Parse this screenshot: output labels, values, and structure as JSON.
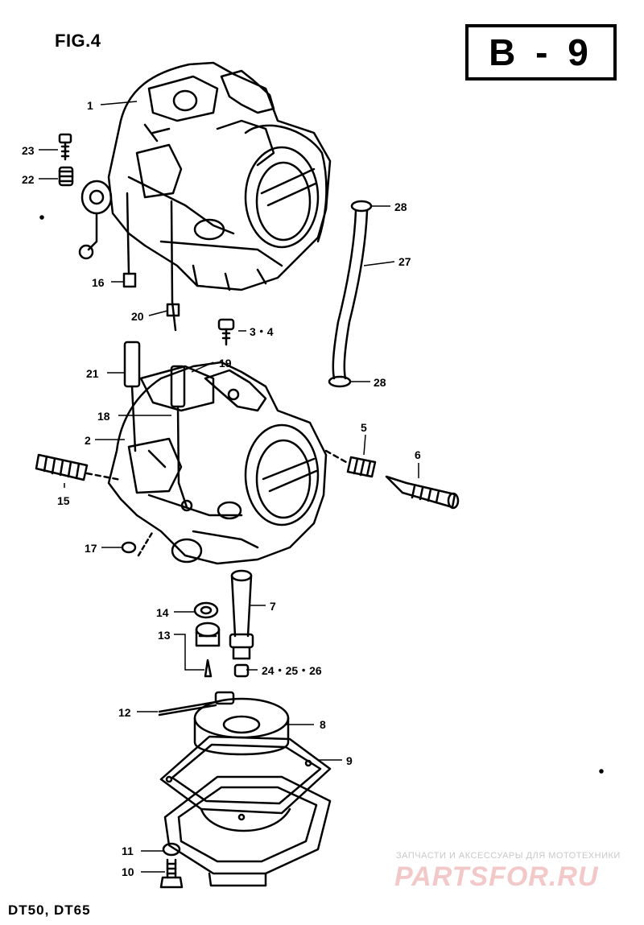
{
  "header": {
    "figure_label": "FIG.4",
    "page_code": "B - 9"
  },
  "footer": {
    "models": "DT50, DT65"
  },
  "watermark": {
    "caption": "ЗАПЧАСТИ И АКСЕССУАРЫ ДЛЯ МОТОТЕХНИКИ",
    "logo_text": "PARTSFOR.RU"
  },
  "callouts": {
    "p1": "1",
    "p2": "2",
    "p3_4": "3・4",
    "p5": "5",
    "p6": "6",
    "p7": "7",
    "p8": "8",
    "p9": "9",
    "p10": "10",
    "p11": "11",
    "p12": "12",
    "p13": "13",
    "p14": "14",
    "p15": "15",
    "p16": "16",
    "p17": "17",
    "p18": "18",
    "p19": "19",
    "p20": "20",
    "p21": "21",
    "p22": "22",
    "p23": "23",
    "p24_26": "24・25・26",
    "p27": "27",
    "p28a": "28",
    "p28b": "28"
  }
}
